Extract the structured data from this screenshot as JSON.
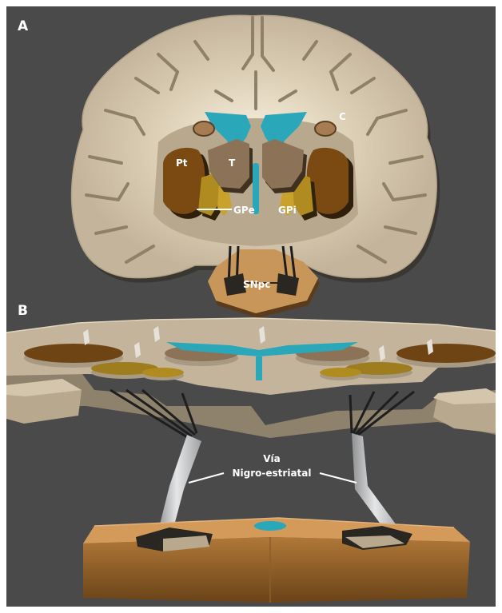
{
  "panels": {
    "a": {
      "letter": "A"
    },
    "b": {
      "letter": "B"
    }
  },
  "labels": {
    "c": "C",
    "pt": "Pt",
    "t": "T",
    "gpe": "GPe",
    "gpi": "GPi",
    "snpc": "SNpc",
    "pathway_line1": "Vía",
    "pathway_line2": "Nigro-estriatal"
  },
  "colors": {
    "background": "#4a4a4a",
    "cortex": "#c4b49c",
    "putamen": "#7a4a12",
    "globus_pallidus": "#b08c20",
    "thalamus": "#8c7358",
    "ventricle": "#2aa7b8",
    "substantia_nigra": "#c89658",
    "pathway": "#c8cacc"
  }
}
